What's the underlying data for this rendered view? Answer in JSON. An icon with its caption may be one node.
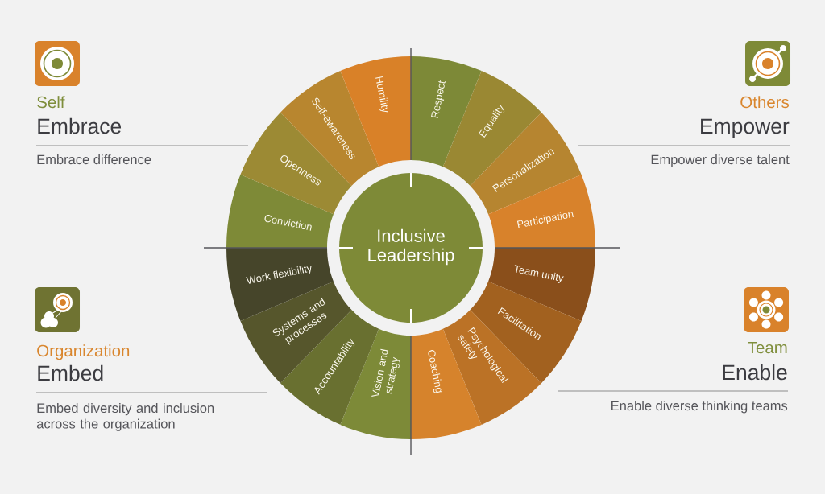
{
  "diagram": {
    "nodes": [
      {
        "text": [
          "Inclusive Leadership"
        ]
      },
      {
        "text": [
          "Conviction"
        ]
      },
      {
        "text": [
          "Openness"
        ]
      },
      {
        "text": [
          "Self-awareness"
        ]
      },
      {
        "text": [
          "Humility"
        ]
      },
      {
        "text": [
          "Respect"
        ]
      },
      {
        "text": [
          "Equality"
        ]
      },
      {
        "text": [
          "Personalization"
        ]
      },
      {
        "text": [
          "Participation"
        ]
      },
      {
        "text": [
          "Team unity"
        ]
      },
      {
        "text": [
          "Facilitation"
        ]
      },
      {
        "text": [
          "Psychological safety"
        ]
      },
      {
        "text": [
          "Coaching"
        ]
      },
      {
        "text": [
          "Vision and strategy"
        ]
      },
      {
        "text": [
          "Accountability"
        ]
      },
      {
        "text": [
          "Systems and processes"
        ]
      },
      {
        "text": [
          "Work flexibility"
        ]
      }
    ],
    "labels": [
      "Self",
      "Embrace",
      "Embrace difference",
      "Others",
      "Empower",
      "Empower diverse talent",
      "Organization",
      "Embed",
      "Embed diversity and inclusion across the organization",
      "Team",
      "Enable",
      "Enable diverse thinking teams"
    ]
  }
}
